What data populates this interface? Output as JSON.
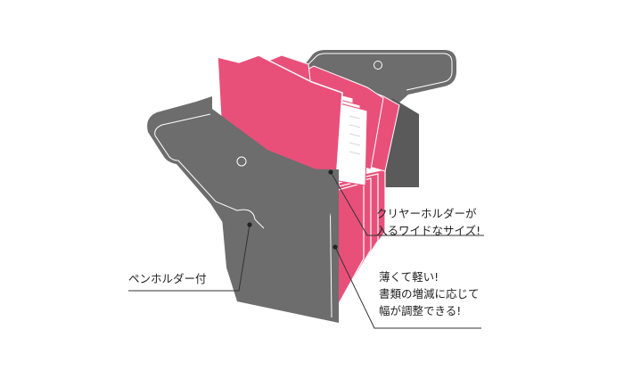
{
  "colors": {
    "case_gray": "#6d6d6e",
    "case_gray_dark": "#5a5a5b",
    "folder_pink": "#e8507a",
    "folder_pink_light": "#f06b92",
    "leader_line": "#333333",
    "background": "#ffffff"
  },
  "icons": {
    "snap_button": "snap-button-icon",
    "pointer_dot": "pointer-dot-icon"
  },
  "callouts": {
    "clear_holder": {
      "line1": "クリヤーホルダーが",
      "line2": "入るワイドなサイズ!"
    },
    "thin_light": {
      "line1": "薄くて軽い!",
      "line2": "書類の増減に応じて",
      "line3": "幅が調整できる!"
    },
    "pen_holder": {
      "line1": "ペンホルダー付"
    }
  }
}
